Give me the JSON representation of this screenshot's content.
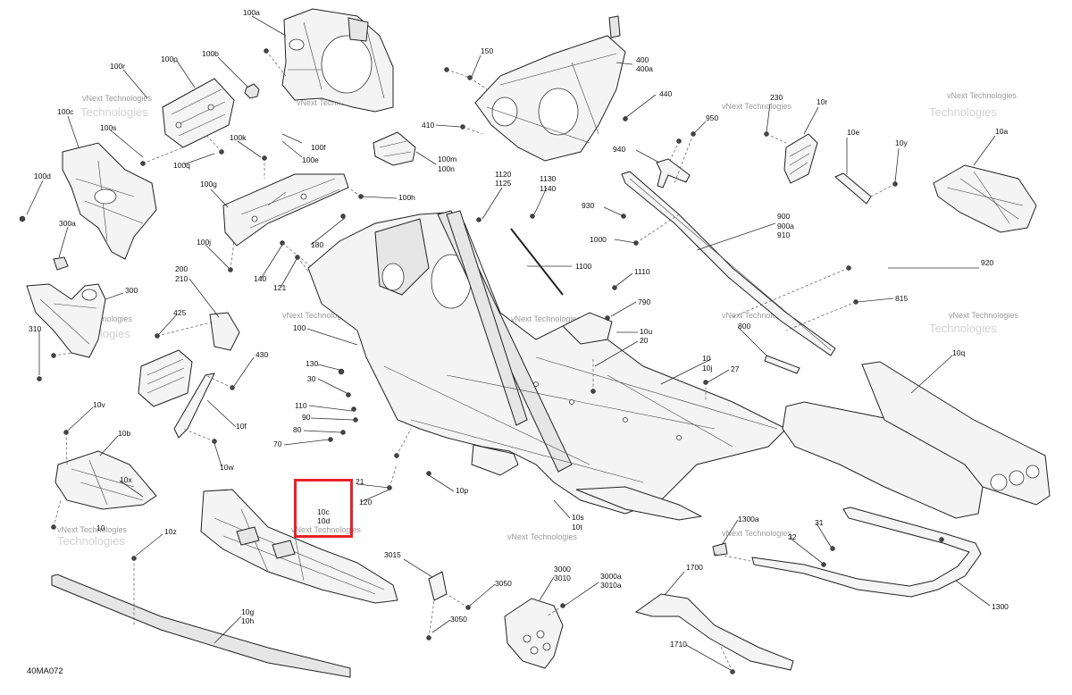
{
  "diagram_code": "40MA072",
  "watermark": {
    "line1": "vNext Technologies",
    "line2": "Technologies"
  },
  "highlight_color": "#e8232a",
  "callouts": [
    "100a",
    "100r",
    "100p",
    "100b",
    "100c",
    "100s",
    "100d",
    "100q",
    "100k",
    "100f",
    "100e",
    "100g",
    "100h",
    "100j",
    "150",
    "400",
    "400a",
    "440",
    "410",
    "100m",
    "100n",
    "950",
    "940",
    "230",
    "10r",
    "10e",
    "10y",
    "10a",
    "1120",
    "1125",
    "1130",
    "1140",
    "930",
    "900",
    "900a",
    "910",
    "1000",
    "300a",
    "300",
    "310",
    "200",
    "210",
    "425",
    "430",
    "140",
    "121",
    "180",
    "1100",
    "1110",
    "920",
    "815",
    "790",
    "800",
    "10u",
    "20",
    "100",
    "130",
    "30",
    "110",
    "90",
    "80",
    "70",
    "10",
    "10j",
    "27",
    "10q",
    "10f",
    "10w",
    "10v",
    "10b",
    "10x",
    "10",
    "21",
    "120",
    "10p",
    "10s",
    "10t",
    "10c",
    "10d",
    "10z",
    "3015",
    "3050",
    "3050",
    "3000",
    "3010",
    "3000a",
    "3010a",
    "1300a",
    "31",
    "32",
    "1700",
    "1300",
    "1710",
    "10g",
    "10h"
  ]
}
